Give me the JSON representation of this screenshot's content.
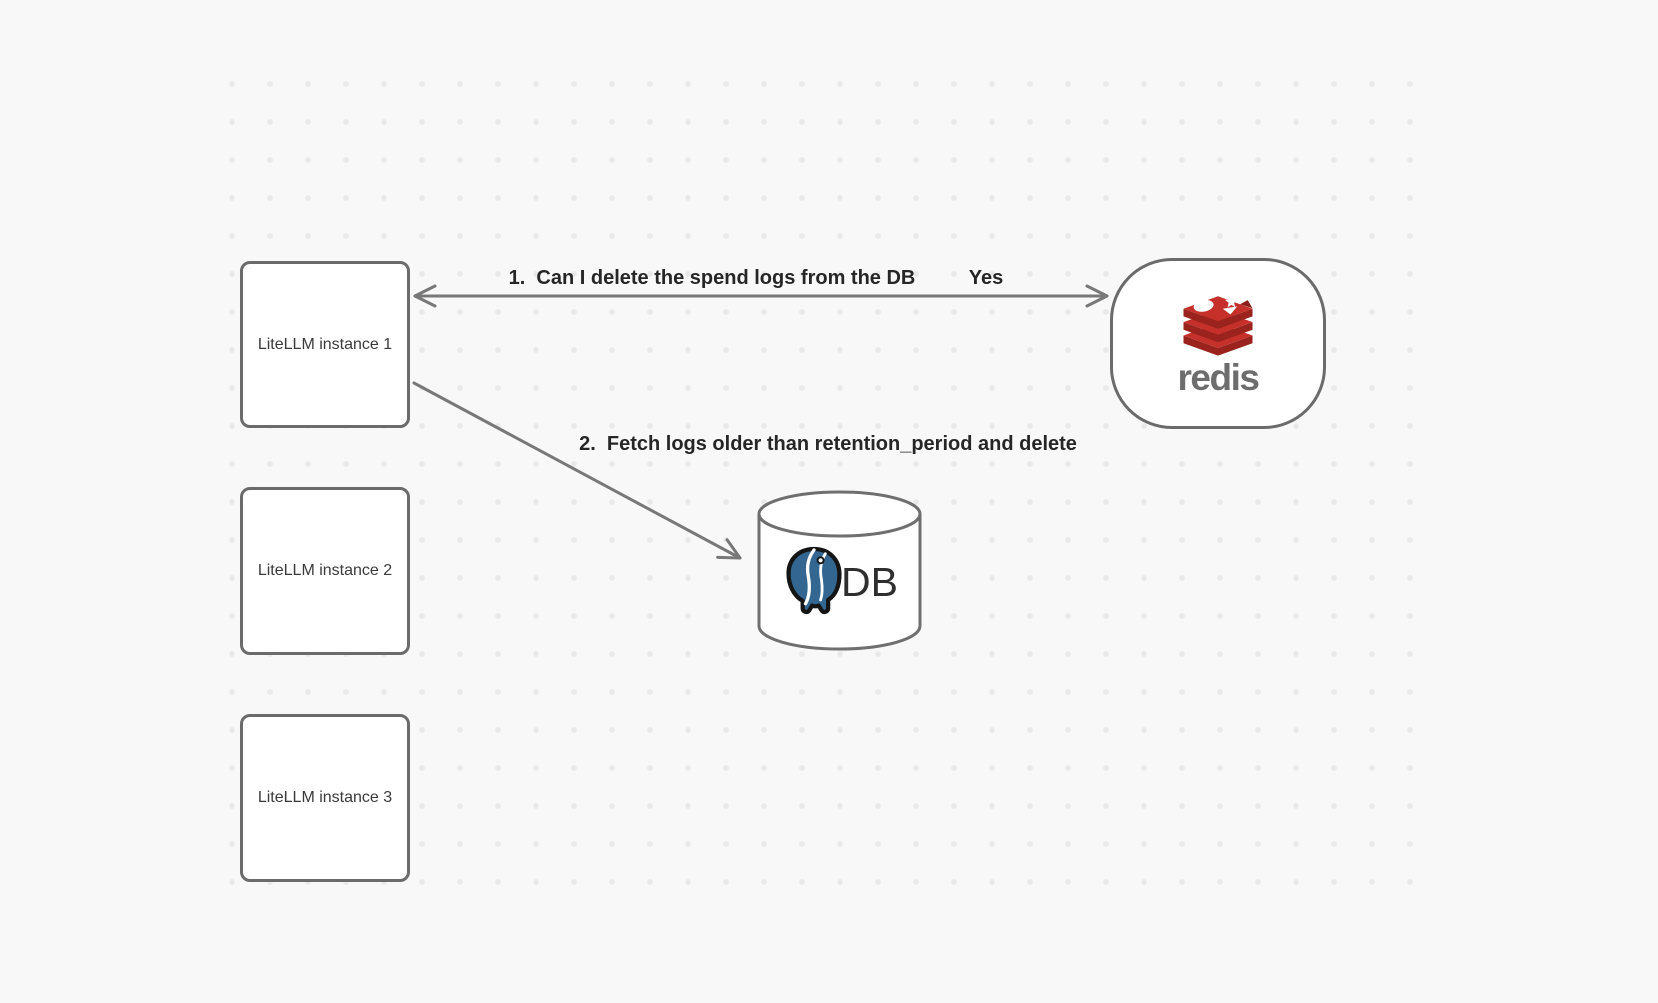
{
  "canvas": {
    "background": "#f8f8f8",
    "dot_color": "#e9e9e9"
  },
  "nodes": {
    "instances": [
      {
        "label": "LiteLLM instance 1"
      },
      {
        "label": "LiteLLM instance 2"
      },
      {
        "label": "LiteLLM instance 3"
      }
    ],
    "redis": {
      "wordmark": "redis",
      "logo_icon": "redis-logo",
      "logo_red": "#c6302b",
      "logo_dark_red": "#9a231d",
      "wordmark_color": "#6d6d6d"
    },
    "database": {
      "label": "DB",
      "logo_icon": "postgresql-logo",
      "logo_blue": "#336791"
    }
  },
  "edges": [
    {
      "label": "1.  Can I delete the spend logs from the DB",
      "response": "Yes",
      "from": "LiteLLM instance 1",
      "to": "redis",
      "arrows": "both"
    },
    {
      "label": "2.  Fetch logs older than retention_period and delete",
      "from": "LiteLLM instance 1",
      "to": "DB",
      "arrows": "end"
    }
  ],
  "style": {
    "arrow_color": "#787878",
    "node_border_color": "#6b6b6b",
    "node_text_color": "#3a3a3a",
    "edge_label_color": "#262626"
  }
}
